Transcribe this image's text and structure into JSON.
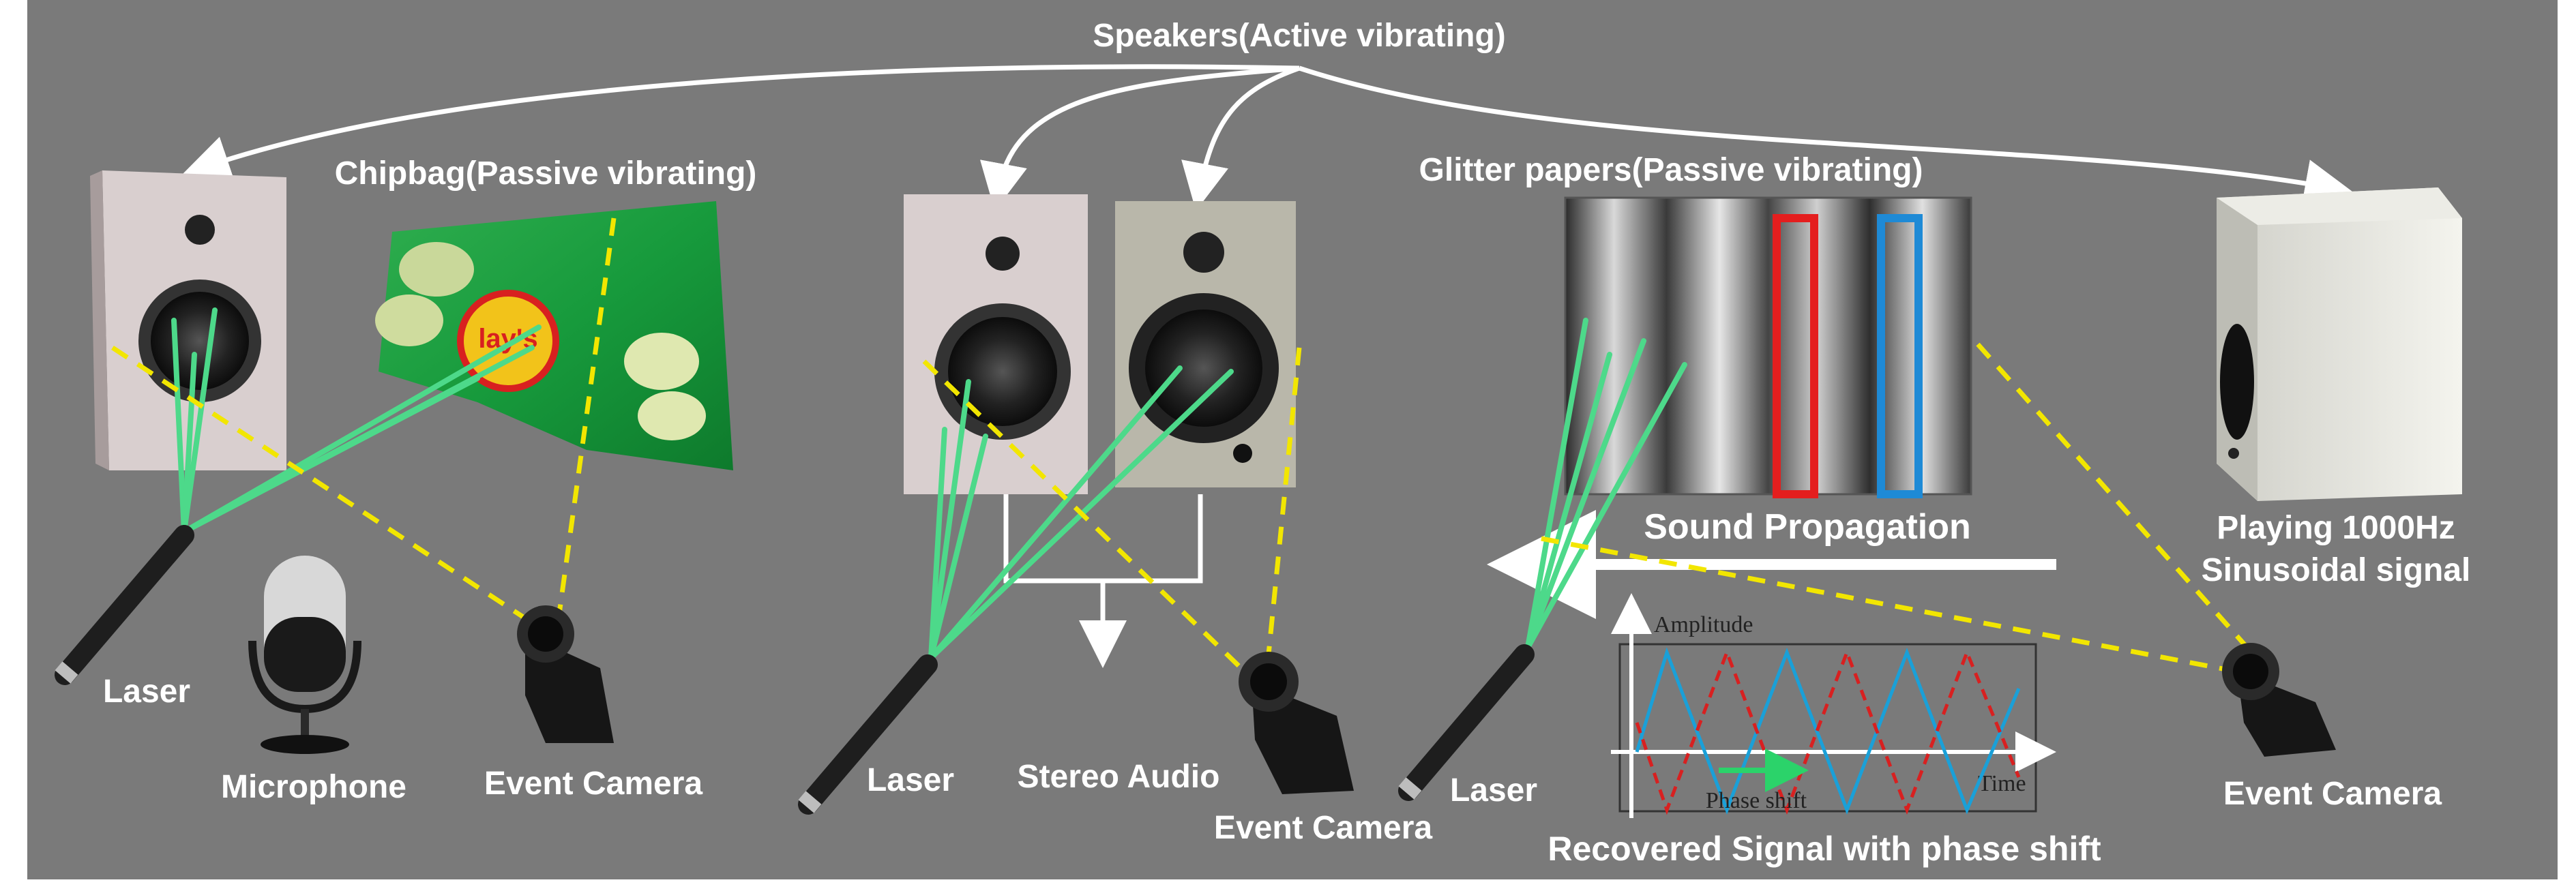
{
  "colors": {
    "background": "#7a7a7a",
    "laser_beam": "#4dd98a",
    "dashed_line": "#f2e600",
    "arrow": "#ffffff",
    "red_box": "#e41e1e",
    "blue_box": "#1e8ad6",
    "wave_blue": "#1aa0d8",
    "wave_red": "#d82020",
    "phase_arrow": "#2bd36a"
  },
  "labels": {
    "speakers": "Speakers(Active vibrating)",
    "chipbag": "Chipbag(Passive vibrating)",
    "glitter": "Glitter papers(Passive vibrating)",
    "laser_1": "Laser",
    "laser_2": "Laser",
    "laser_3": "Laser",
    "microphone": "Microphone",
    "event_camera_1": "Event Camera",
    "event_camera_2": "Event Camera",
    "event_camera_3": "Event Camera",
    "stereo_audio": "Stereo Audio",
    "sound_propagation": "Sound Propagation",
    "playing_line1": "Playing 1000Hz",
    "playing_line2": "Sinusoidal signal",
    "recovered": "Recovered Signal with phase shift"
  },
  "chipbag_text": "lay's",
  "plot": {
    "ylabel": "Amplitude",
    "xlabel": "Time",
    "annotation": "Phase shift"
  },
  "icons": [
    "laser-pointer-icon",
    "microphone-icon",
    "event-camera-icon",
    "speaker-icon",
    "chipbag-icon",
    "glitter-paper-icon"
  ]
}
